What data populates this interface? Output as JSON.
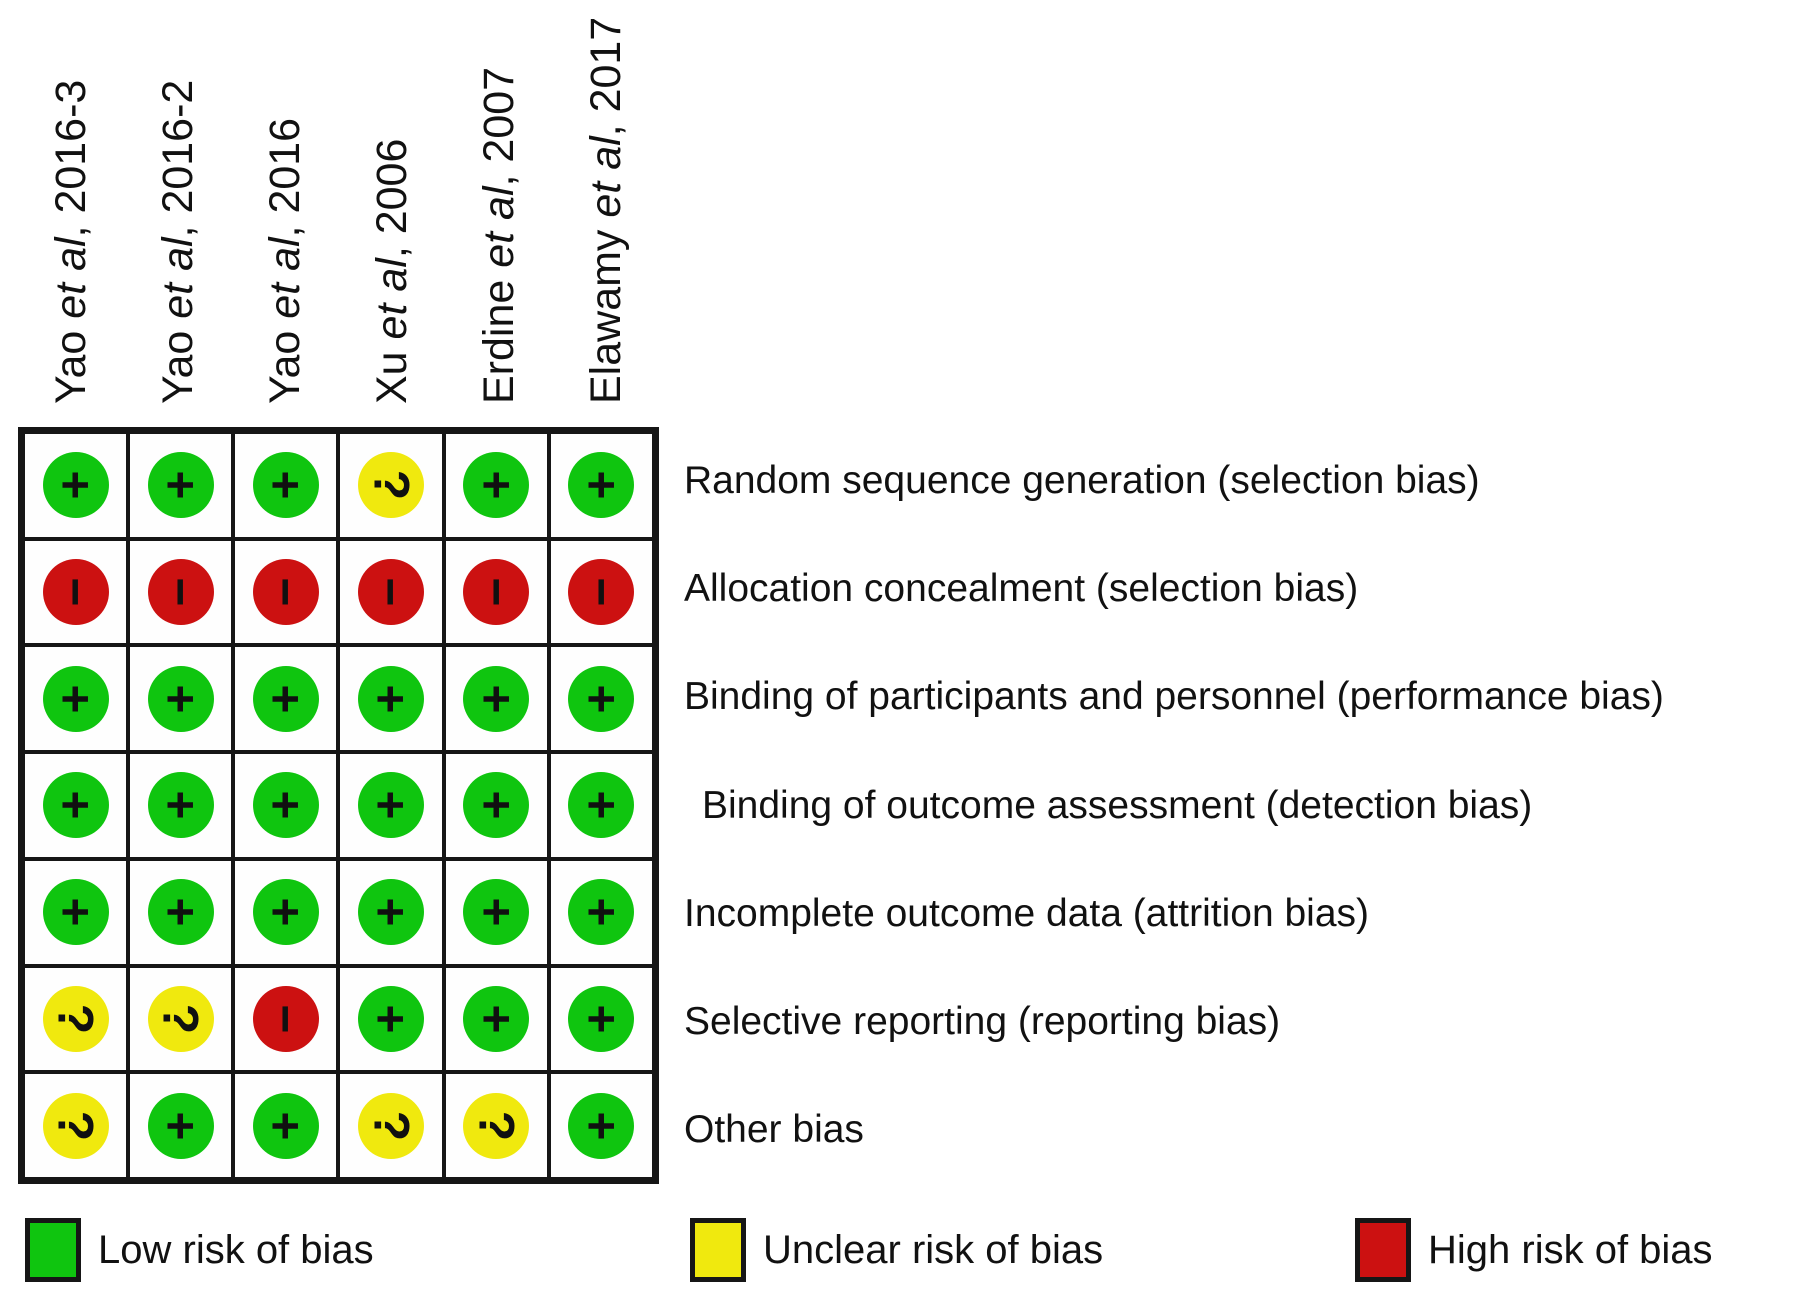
{
  "chart_data": {
    "type": "heatmap",
    "title": "",
    "columns": [
      {
        "author": "Yao",
        "etal": "et al",
        "rest": ", 2016-3",
        "label": "Yao et al, 2016-3"
      },
      {
        "author": "Yao",
        "etal": "et al",
        "rest": ", 2016-2",
        "label": "Yao et al, 2016-2"
      },
      {
        "author": "Yao",
        "etal": "et al",
        "rest": ", 2016",
        "label": "Yao et al, 2016"
      },
      {
        "author": "Xu",
        "etal": "et al",
        "rest": ", 2006",
        "label": "Xu et al, 2006"
      },
      {
        "author": "Erdine",
        "etal": "et al",
        "rest": ", 2007",
        "label": "Erdine et al, 2007"
      },
      {
        "author": "Elawamy",
        "etal": "et al",
        "rest": ", 2017",
        "label": "Elawamy et al, 2017"
      }
    ],
    "rows": [
      "Random sequence generation (selection bias)",
      "Allocation concealment (selection bias)",
      "Binding of participants and personnel (performance bias)",
      "Binding of outcome assessment (detection bias)",
      "Incomplete outcome data (attrition bias)",
      "Selective reporting (reporting bias)",
      "Other bias"
    ],
    "values": [
      [
        "low",
        "low",
        "low",
        "unclear",
        "low",
        "low"
      ],
      [
        "high",
        "high",
        "high",
        "high",
        "high",
        "high"
      ],
      [
        "low",
        "low",
        "low",
        "low",
        "low",
        "low"
      ],
      [
        "low",
        "low",
        "low",
        "low",
        "low",
        "low"
      ],
      [
        "low",
        "low",
        "low",
        "low",
        "low",
        "low"
      ],
      [
        "unclear",
        "unclear",
        "high",
        "low",
        "low",
        "low"
      ],
      [
        "unclear",
        "low",
        "low",
        "unclear",
        "unclear",
        "low"
      ]
    ],
    "symbols": {
      "low": "+",
      "unclear": "?",
      "high": "−"
    },
    "colors": {
      "low": "#0fc50f",
      "unclear": "#f0e90e",
      "high": "#cc1111"
    },
    "symbol_color": "#101010",
    "grid_border_color": "#161616",
    "legend_position": "bottom",
    "legend": [
      {
        "status": "low",
        "label": "Low risk of bias"
      },
      {
        "status": "unclear",
        "label": "Unclear risk of bias"
      },
      {
        "status": "high",
        "label": "High risk of bias"
      }
    ]
  }
}
